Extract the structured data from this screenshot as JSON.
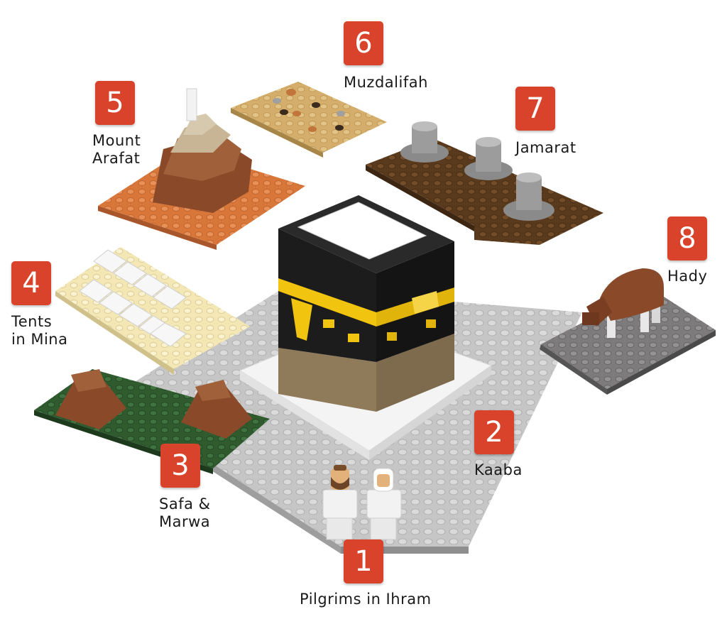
{
  "stations": [
    {
      "number": "1",
      "label": "Pilgrims in Ihram",
      "icon": "pilgrims-minifigures"
    },
    {
      "number": "2",
      "label": "Kaaba",
      "icon": "kaaba-model"
    },
    {
      "number": "3",
      "label_lines": [
        "Safa &",
        "Marwa"
      ],
      "icon": "hills"
    },
    {
      "number": "4",
      "label_lines": [
        "Tents",
        "in Mina"
      ],
      "icon": "tents"
    },
    {
      "number": "5",
      "label_lines": [
        "Mount",
        "Arafat"
      ],
      "icon": "mountain"
    },
    {
      "number": "6",
      "label": "Muzdalifah",
      "icon": "pebbles"
    },
    {
      "number": "7",
      "label": "Jamarat",
      "icon": "pillars"
    },
    {
      "number": "8",
      "label": "Hady",
      "icon": "animal"
    }
  ],
  "colors": {
    "badge": "#d9432b",
    "kaaba_body": "#1c1c1c",
    "kaaba_band": "#f1c40f",
    "baseplate": "#c4c4c4",
    "arafat_plate": "#d9763a",
    "muzdalifah_plate": "#d4ae6a",
    "jamarat_plate": "#5a3a1c",
    "mina_plate": "#f3e7b6",
    "safa_plate": "#2f5b2f",
    "hady_plate": "#7d7b7b"
  }
}
